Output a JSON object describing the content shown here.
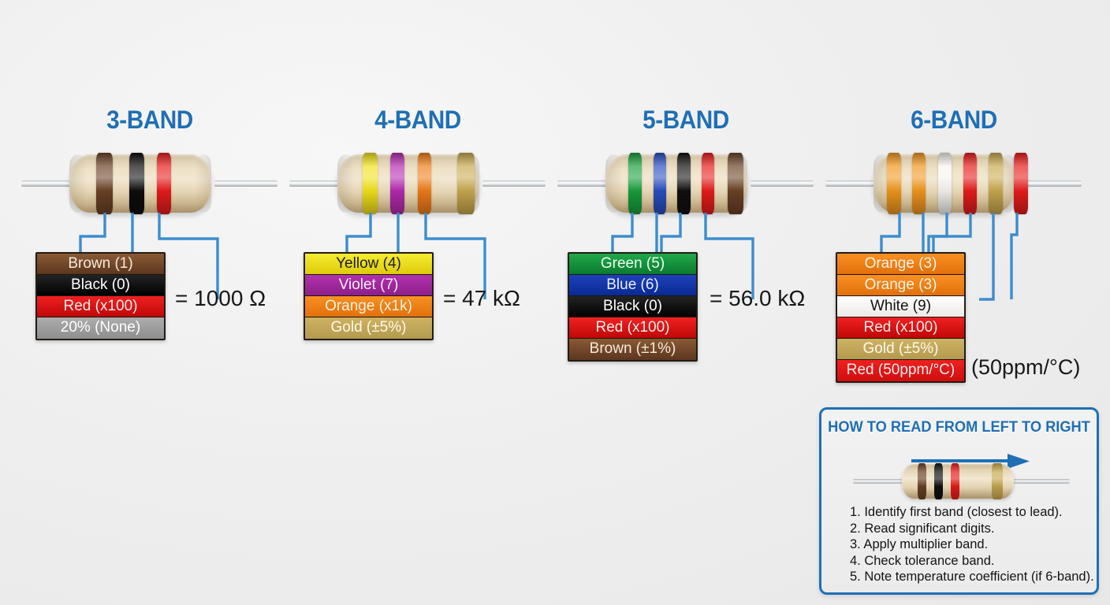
{
  "theme": {
    "accent_blue": "#1f6fb5",
    "leader_blue": "#3c8dce",
    "background": "#eeeeee"
  },
  "groups": [
    {
      "title": "3-BAND",
      "resistor_bands": [
        "#6b4226",
        "#0d0d0d",
        "#e81c1c"
      ],
      "legend": [
        {
          "label": "Brown (1)",
          "bg_top": "#8a5a34",
          "bg_bottom": "#5c3620",
          "text": "#f5ead9"
        },
        {
          "label": "Black (0)",
          "bg_top": "#242424",
          "bg_bottom": "#000000",
          "text": "#ffffff"
        },
        {
          "label": "Red (x100)",
          "bg_top": "#f02020",
          "bg_bottom": "#c00808",
          "text": "#ffecec"
        },
        {
          "label": "20% (None)",
          "bg_top": "#adadad",
          "bg_bottom": "#8e8e8e",
          "text": "#ffffff"
        }
      ],
      "result": "= 1000 Ω"
    },
    {
      "title": "4-BAND",
      "resistor_bands": [
        "#f2e21a",
        "#b52bb0",
        "#f07d18",
        "#c9a94f"
      ],
      "legend": [
        {
          "label": "Yellow (4)",
          "bg_top": "#f7ec32",
          "bg_bottom": "#ddcb09",
          "text": "#1c1c1c"
        },
        {
          "label": "Violet (7)",
          "bg_top": "#b231ad",
          "bg_bottom": "#8d1f8a",
          "text": "#fdeefd"
        },
        {
          "label": "Orange (x1k)",
          "bg_top": "#f99023",
          "bg_bottom": "#e2700c",
          "text": "#fff3e2"
        },
        {
          "label": "Gold (±5%)",
          "bg_top": "#cfb263",
          "bg_bottom": "#b49a4e",
          "text": "#fffaea"
        }
      ],
      "result": "= 47 kΩ"
    },
    {
      "title": "5-BAND",
      "resistor_bands": [
        "#19a03f",
        "#2a4fc0",
        "#101010",
        "#e81c1c",
        "#6b4226"
      ],
      "legend": [
        {
          "label": "Green (5)",
          "bg_top": "#20a84a",
          "bg_bottom": "#0b7a30",
          "text": "#eaffee"
        },
        {
          "label": "Blue (6)",
          "bg_top": "#1d41bb",
          "bg_bottom": "#0a2a94",
          "text": "#eaf0ff"
        },
        {
          "label": "Black (0)",
          "bg_top": "#242424",
          "bg_bottom": "#000000",
          "text": "#ffffff"
        },
        {
          "label": "Red (x100)",
          "bg_top": "#f02020",
          "bg_bottom": "#c00808",
          "text": "#ffecec"
        },
        {
          "label": "Brown (±1%)",
          "bg_top": "#8a5a34",
          "bg_bottom": "#5c3620",
          "text": "#f5ead9"
        }
      ],
      "result": "= 56.0 kΩ"
    },
    {
      "title": "6-BAND",
      "resistor_bands": [
        "#f2971e",
        "#f2971e",
        "#f6f4ef",
        "#e81c1c",
        "#c9a94f",
        "#e81c1c"
      ],
      "legend": [
        {
          "label": "Orange (3)",
          "bg_top": "#f99023",
          "bg_bottom": "#e2700c",
          "text": "#fff3e2"
        },
        {
          "label": "Orange (3)",
          "bg_top": "#f99023",
          "bg_bottom": "#e2700c",
          "text": "#fff3e2"
        },
        {
          "label": "White (9)",
          "bg_top": "#ffffff",
          "bg_bottom": "#eceae6",
          "text": "#111111"
        },
        {
          "label": "Red (x100)",
          "bg_top": "#f02020",
          "bg_bottom": "#c00808",
          "text": "#ffecec"
        },
        {
          "label": "Gold (±5%)",
          "bg_top": "#cfb263",
          "bg_bottom": "#b49a4e",
          "text": "#fffaea"
        },
        {
          "label": "Red (50ppm/°C)",
          "bg_top": "#f02020",
          "bg_bottom": "#cf0d0d",
          "text": "#ffecec"
        }
      ],
      "result": "",
      "temp_note": "(50ppm/°C)"
    }
  ],
  "howto": {
    "title": "HOW TO READ FROM LEFT TO RIGHT",
    "arrow_icon": "right-arrow-icon",
    "mini_resistor_bands": [
      "#6b4226",
      "#111111",
      "#e81c1c",
      "#c9a94f"
    ],
    "steps": [
      "1. Identify first band (closest to lead).",
      "2. Read significant digits.",
      "3. Apply multiplier band.",
      "4. Check tolerance band.",
      "5. Note temperature coefficient (if 6-band)."
    ]
  }
}
